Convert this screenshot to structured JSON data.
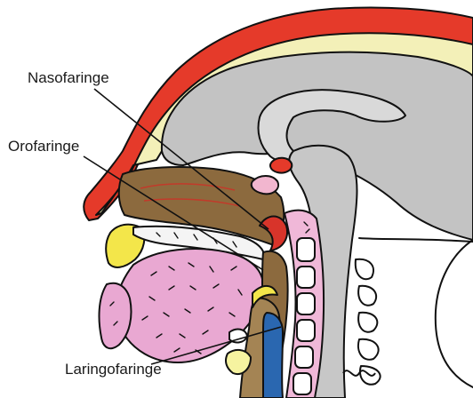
{
  "labels": {
    "nasofaringe": "Nasofaringe",
    "orofaringe": "Orofaringe",
    "laringofaringe": "Laringofaringe"
  },
  "colors": {
    "skin": "#e53a2a",
    "skull": "#f3f0b8",
    "brain": "#c3c3c3",
    "pharynx": "#8c6a3e",
    "tongue": "#e9a8d2",
    "spine": "#f0b8d8",
    "trachea": "#2a67b0",
    "cartilage": "#f6f3a0"
  }
}
